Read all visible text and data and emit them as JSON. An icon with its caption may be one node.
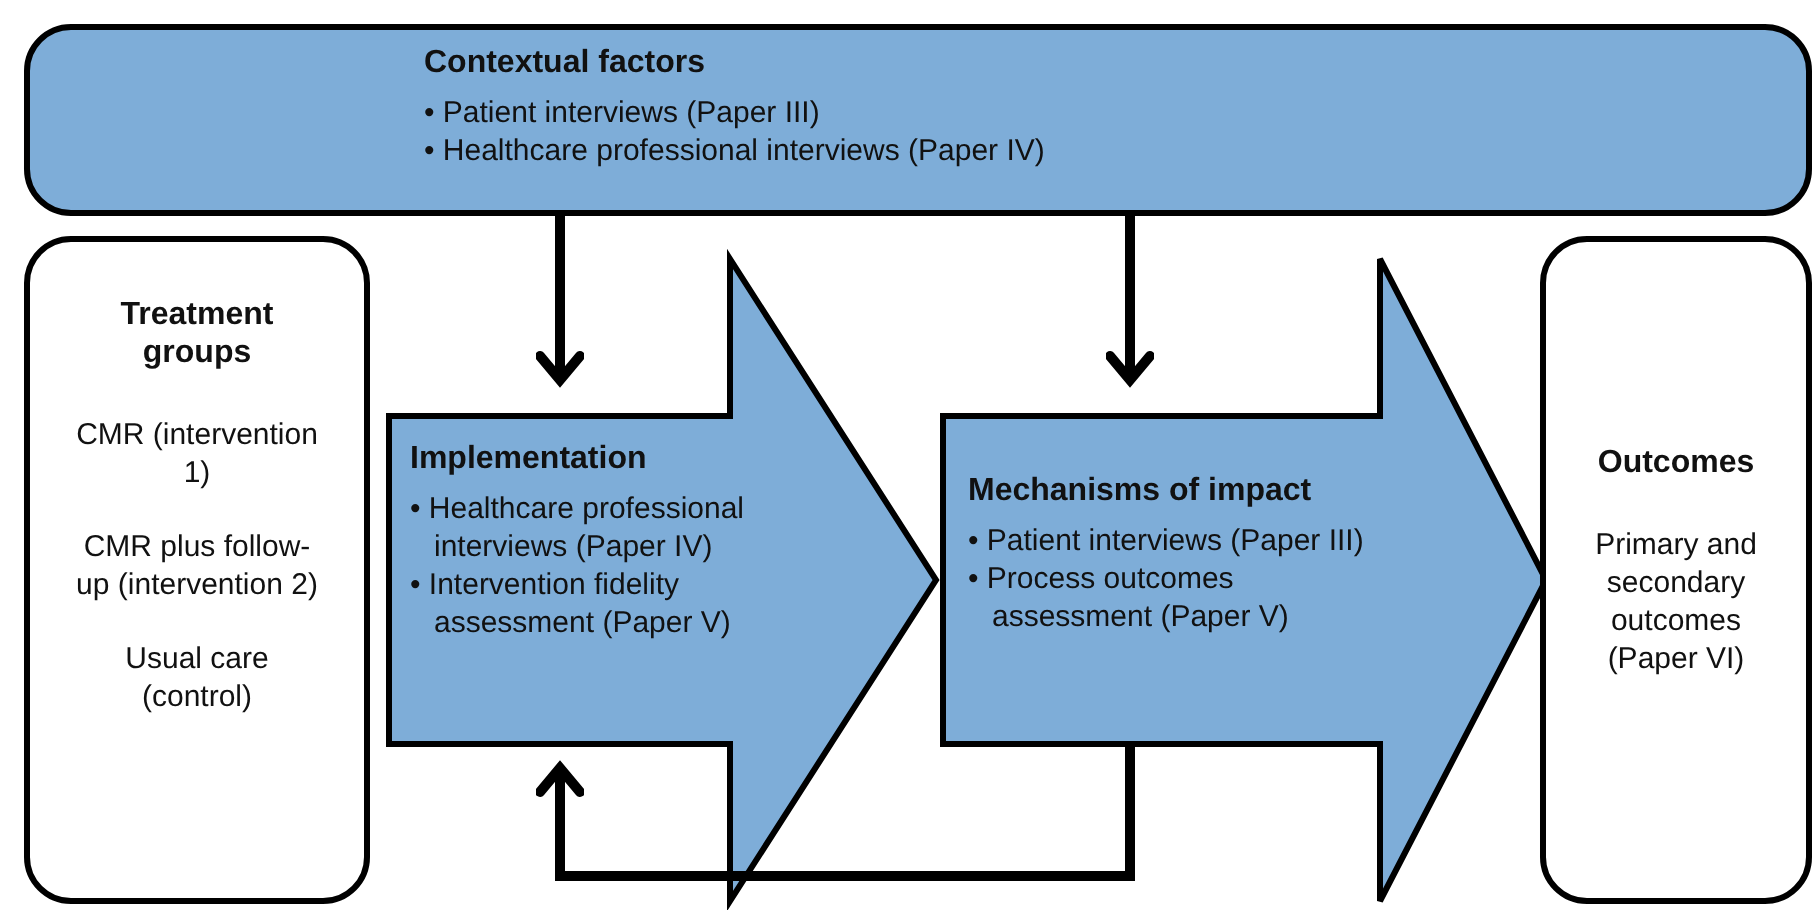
{
  "diagram": {
    "nodes": [
      {
        "text": [
          "Contextual factors",
          "• Patient interviews (Paper III)",
          "• Healthcare professional interviews (Paper IV)"
        ]
      },
      {
        "text": [
          "Treatment groups",
          "CMR (intervention 1)",
          "CMR plus follow-up (intervention 2)",
          "Usual care (control)"
        ]
      },
      {
        "text": [
          "Implementation",
          "• Healthcare professional interviews (Paper IV)",
          "• Intervention fidelity assessment (Paper V)"
        ]
      },
      {
        "text": [
          "Mechanisms of impact",
          "• Patient interviews (Paper III)",
          "• Process outcomes assessment (Paper V)"
        ]
      },
      {
        "text": [
          "Outcomes",
          "Primary and secondary outcomes (Paper VI)"
        ]
      }
    ],
    "edges": [
      {
        "from": 0,
        "to": 2,
        "arrow": "to"
      },
      {
        "from": 0,
        "to": 3,
        "arrow": "to"
      },
      {
        "from": 3,
        "to": 2,
        "arrow": "to"
      }
    ]
  }
}
